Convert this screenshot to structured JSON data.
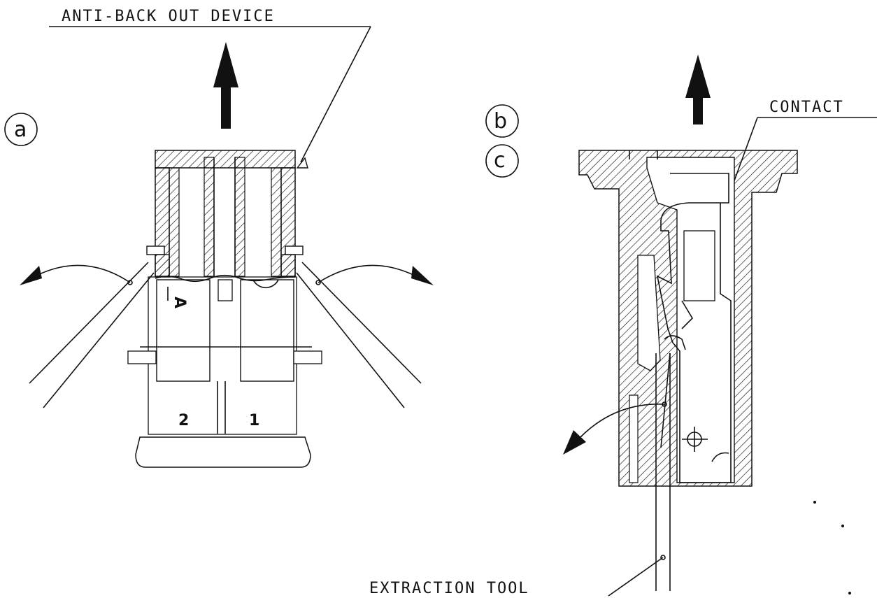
{
  "labels": {
    "anti_back_out": "ANTI-BACK OUT DEVICE",
    "contact": "CONTACT",
    "extraction_tool": "EXTRACTION TOOL",
    "a": "a",
    "b": "b",
    "c": "c",
    "cavity_2": "2",
    "cavity_1": "1",
    "arrow_mark": "A"
  }
}
